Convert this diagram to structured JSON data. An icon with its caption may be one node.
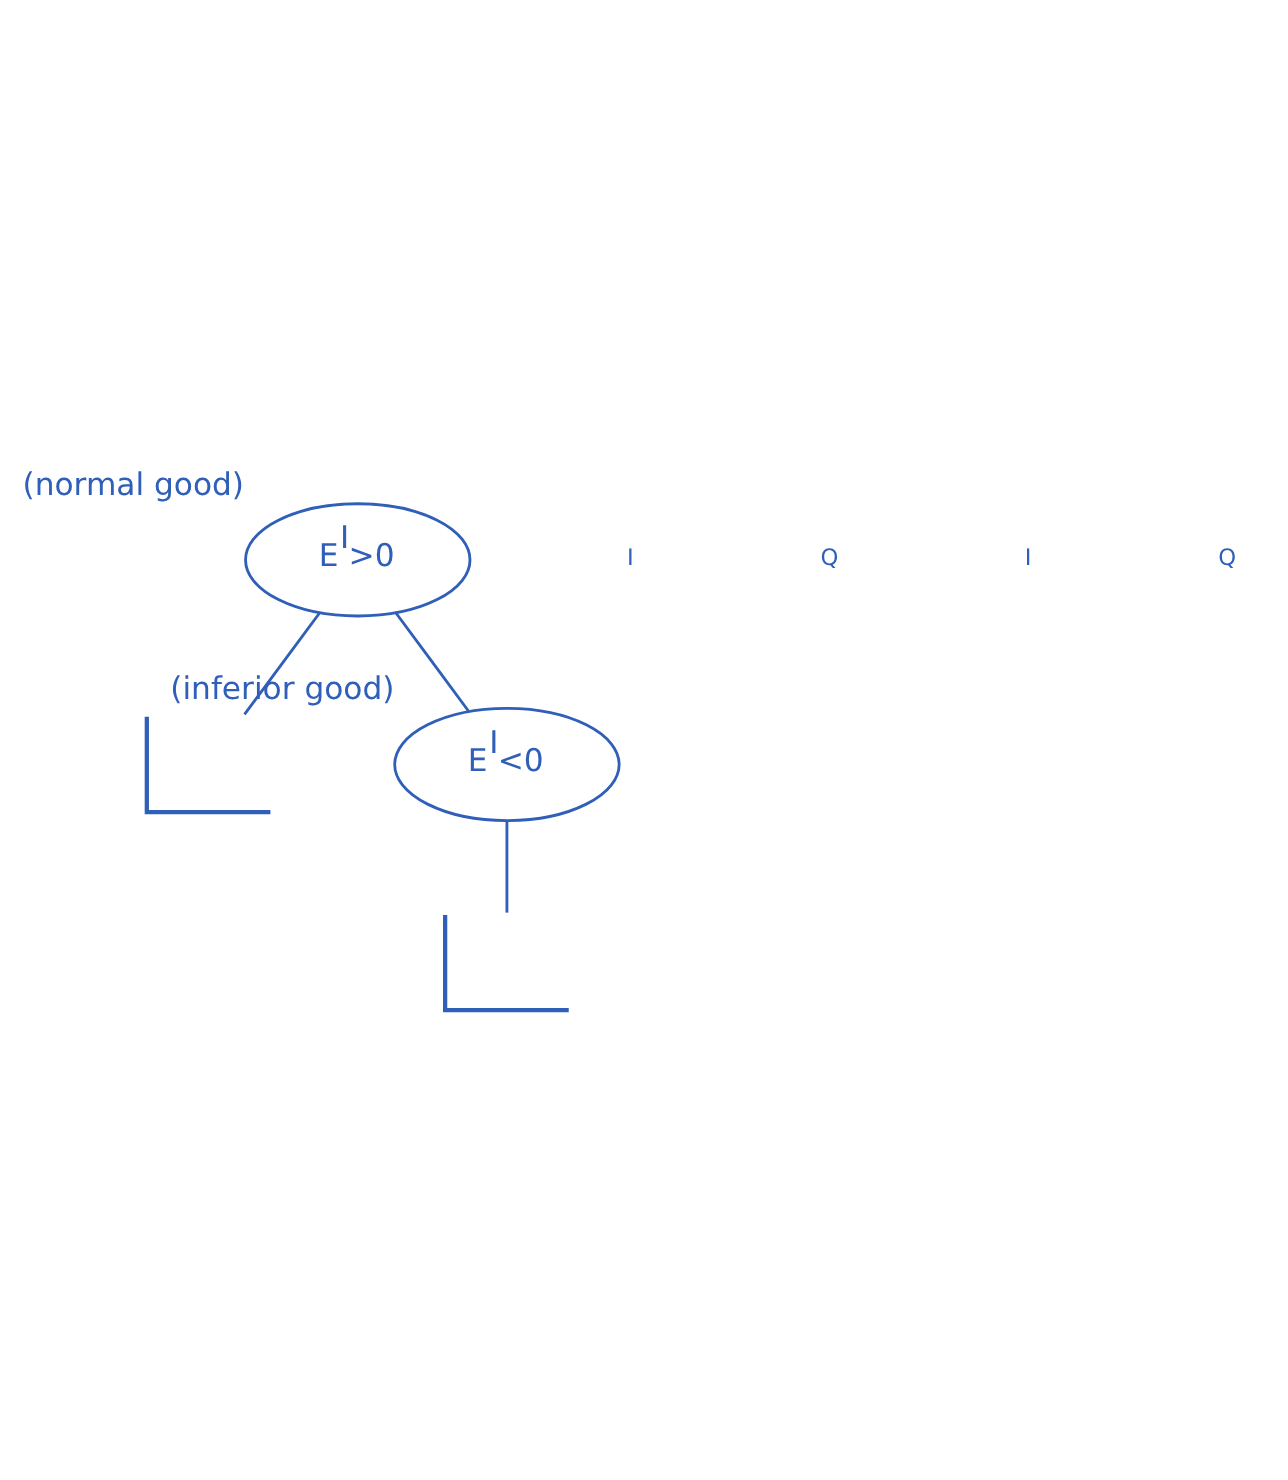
{
  "diagram": {
    "nodes": [
      {
        "text": [],
        "shape": "picture"
      },
      {
        "text": [
          "E$^{I}$>0"
        ],
        "beside": [
          "(normal good)"
        ]
      },
      {
        "text": [
          "E$^{I}$<0"
        ],
        "beside": [
          "(inferior good)"
        ]
      },
      {
        "text": [],
        "shape": "picture"
      }
    ],
    "edges": [
      {
        "from": 1,
        "to": 0,
        "arrow": "none"
      },
      {
        "from": 1,
        "to": 2,
        "arrow": "none"
      },
      {
        "from": 2,
        "to": 3,
        "arrow": "none"
      }
    ],
    "labels": [
      "I",
      "Q",
      "I",
      "Q"
    ]
  }
}
